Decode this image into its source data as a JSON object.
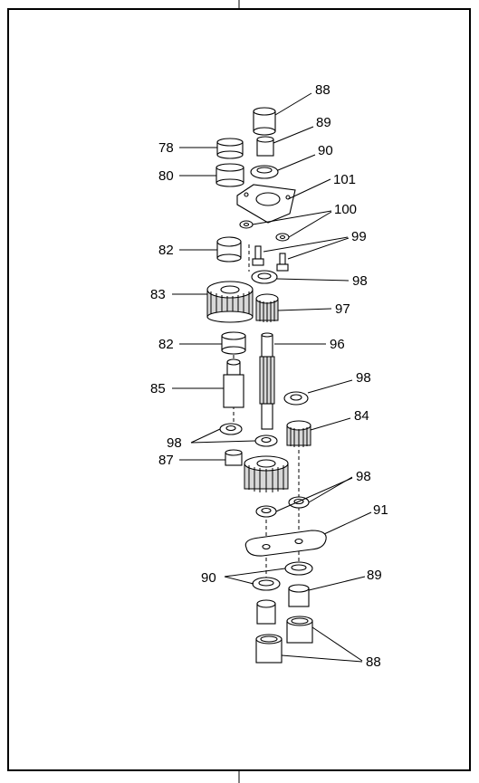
{
  "parts": {
    "p88_top": "88",
    "p89_top": "89",
    "p78": "78",
    "p90_top": "90",
    "p80": "80",
    "p101": "101",
    "p100": "100",
    "p99": "99",
    "p82_top": "82",
    "p98_a": "98",
    "p83": "83",
    "p97": "97",
    "p82_mid": "82",
    "p96": "96",
    "p85": "85",
    "p98_b": "98",
    "p84": "84",
    "p98_c": "98",
    "p87": "87",
    "p98_d": "98",
    "p91": "91",
    "p90_bot": "90",
    "p89_bot": "89",
    "p88_bot": "88"
  }
}
